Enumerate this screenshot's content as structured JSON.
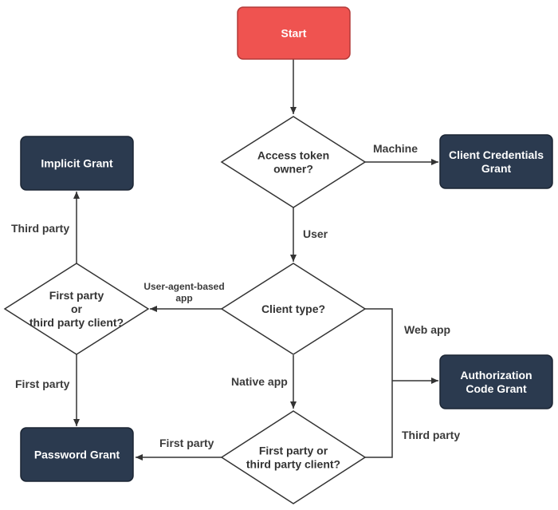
{
  "colors": {
    "start_fill": "#ef5350",
    "start_stroke": "#b33a38",
    "grant_fill": "#2b3a4f",
    "grant_stroke": "#1b2533",
    "decision_fill": "#ffffff",
    "decision_stroke": "#333333",
    "edge": "#333333",
    "light_text": "#ffffff",
    "dark_text": "#333333"
  },
  "nodes": {
    "start": {
      "label": [
        "Start"
      ]
    },
    "access_token_owner": {
      "label": [
        "Access token",
        "owner?"
      ]
    },
    "client_credentials": {
      "label": [
        "Client Credentials",
        "Grant"
      ]
    },
    "client_type": {
      "label": [
        "Client type?"
      ]
    },
    "authorization_code": {
      "label": [
        "Authorization",
        "Code Grant"
      ]
    },
    "first_third_left": {
      "label": [
        "First party",
        "or",
        "third party client?"
      ]
    },
    "implicit": {
      "label": [
        "Implicit Grant"
      ]
    },
    "password": {
      "label": [
        "Password Grant"
      ]
    },
    "first_third_bottom": {
      "label": [
        "First party or",
        "third party client?"
      ]
    }
  },
  "edges": {
    "machine": "Machine",
    "user": "User",
    "user_agent": [
      "User-agent-based",
      "app"
    ],
    "web_app": "Web app",
    "native_app": "Native app",
    "third_party_left": "Third party",
    "first_party_left": "First party",
    "first_party_bottom": "First party",
    "third_party_right": "Third party"
  }
}
